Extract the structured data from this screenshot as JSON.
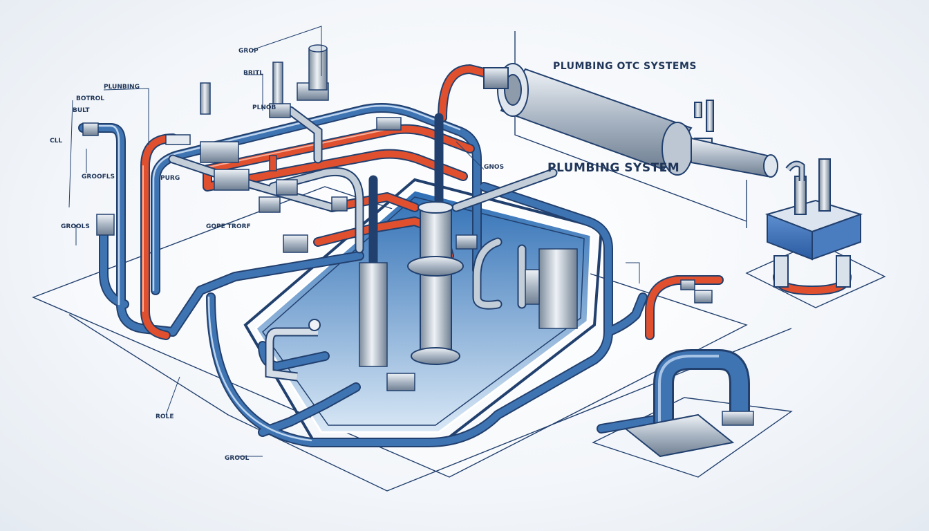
{
  "diagram": {
    "title": "PLUMBING SYSTEM",
    "subtitle": "PLUMBING OTC SYSTEMS",
    "labels": [
      "GROP",
      "BOTROL",
      "PLUNBING",
      "CLL",
      "BULT",
      "BRITL",
      "GROOFLS",
      "PURG",
      "GOPE TRORF",
      "GROOLS",
      "ROLE",
      "GROOL",
      "PLNOB",
      "GNOS"
    ]
  },
  "colors": {
    "blue_pipe": "#3f74b3",
    "red_pipe": "#e0502f",
    "steel": "#b8c3cf",
    "outline": "#22406e",
    "tank_water": "#4b8fd1"
  }
}
